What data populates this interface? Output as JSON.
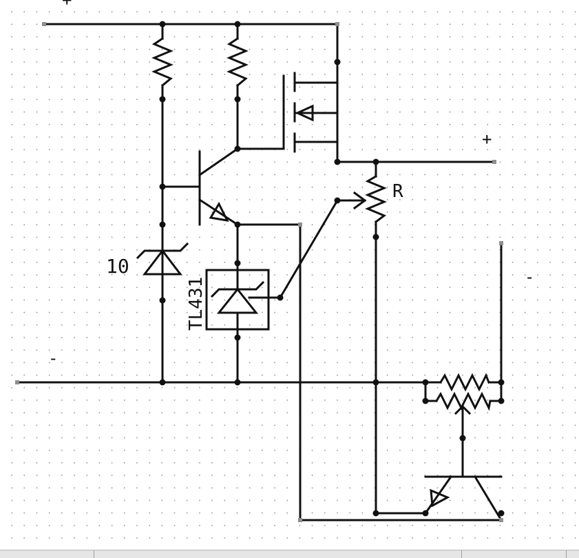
{
  "labels": {
    "top_plus": "+",
    "out_plus": "+",
    "out_minus": "-",
    "in_minus": "-",
    "pot_label": "R",
    "zener_value": "10",
    "reg_name": "TL431"
  },
  "colors": {
    "wire": "#111111",
    "grid": "#9a9a9a",
    "endpoint": "#8f8f8f"
  }
}
